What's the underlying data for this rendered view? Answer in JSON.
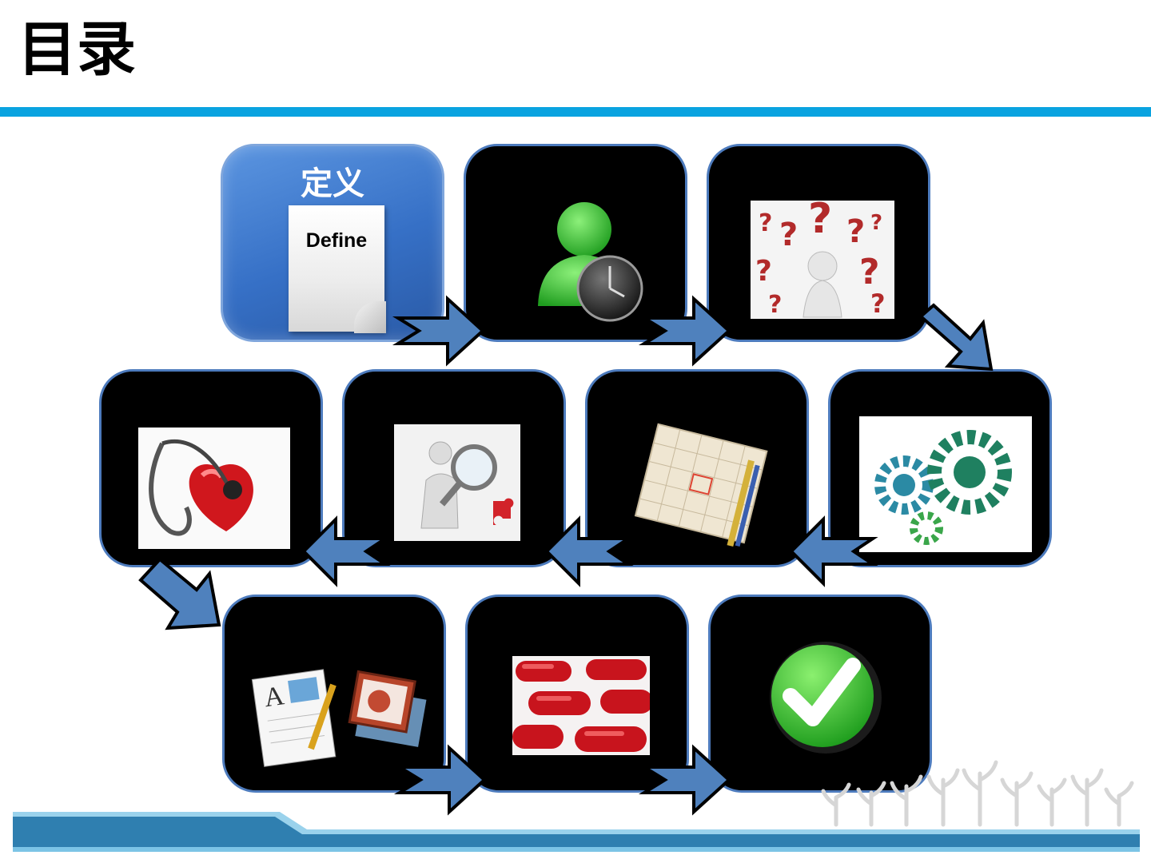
{
  "page": {
    "title": "目录"
  },
  "steps": [
    {
      "label": "定义",
      "sublabel": "Define",
      "icon": "document-icon"
    },
    {
      "icon": "user-clock-icon"
    },
    {
      "icon": "question-marks-icon"
    },
    {
      "icon": "gears-icon"
    },
    {
      "icon": "calendar-icon"
    },
    {
      "icon": "magnifier-puzzle-icon"
    },
    {
      "icon": "stethoscope-heart-icon"
    },
    {
      "icon": "documents-icon"
    },
    {
      "icon": "pills-icon"
    },
    {
      "icon": "checkmark-icon"
    }
  ],
  "colors": {
    "accent": "#0aa3e0",
    "arrow": "#4f81bd",
    "tile": "#000000",
    "active": "#3a78cf"
  }
}
